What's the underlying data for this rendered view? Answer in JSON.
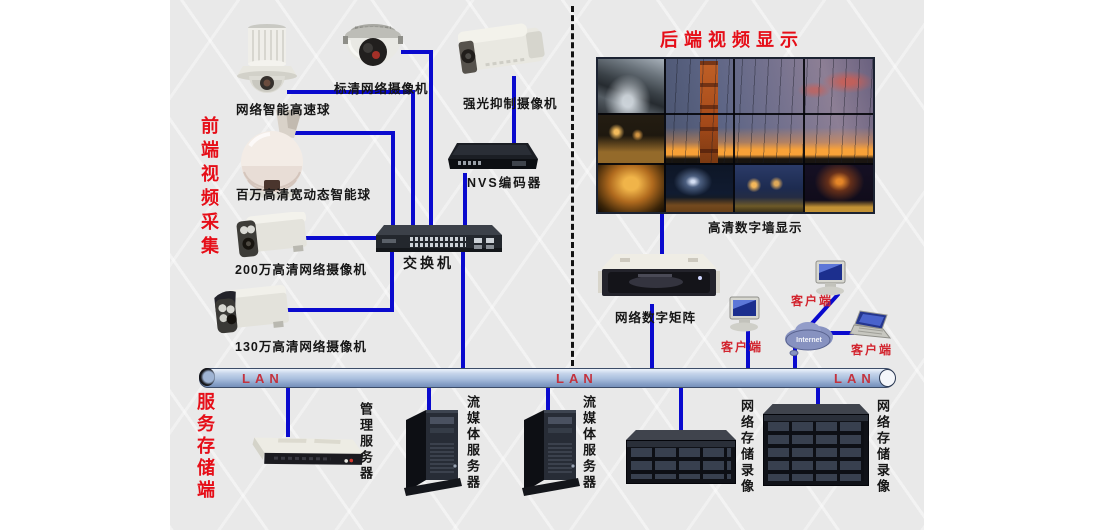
{
  "sections": {
    "front_end_title": "前端视频采集",
    "back_end_title": "后端视频显示",
    "storage_title": "服务存储端"
  },
  "devices": {
    "speed_dome_label": "网络智能高速球",
    "sd_ipc_label": "标清网络摄像机",
    "hlc_ipc_label": "强光抑制摄像机",
    "wdr_dome_label": "百万高清宽动态智能球",
    "ipc200_label": "200万高清网络摄像机",
    "ipc130_label": "130万高清网络摄像机",
    "nvs_label": "NVS编码器",
    "switch_label": "交换机",
    "wall_label": "高清数字墙显示",
    "matrix_label": "网络数字矩阵",
    "mgmt_label": "管理服务器",
    "stream1_label": "流媒体服务器",
    "stream2_label": "流媒体服务器",
    "nvr1_label": "网络存储录像",
    "nvr2_label": "网络存储录像",
    "client1_label": "客户端",
    "client2_label": "客户端",
    "client3_label": "客户端",
    "internet_label": "Internet"
  },
  "network": {
    "lan_labels": [
      "LAN",
      "LAN",
      "LAN"
    ]
  },
  "colors": {
    "line_blue": "#0a0ace",
    "title_red": "#e60e18",
    "lan_red": "#c3323e",
    "lan_bus_blue": "#a9bedd",
    "background_gray": "#e9e9e9"
  }
}
